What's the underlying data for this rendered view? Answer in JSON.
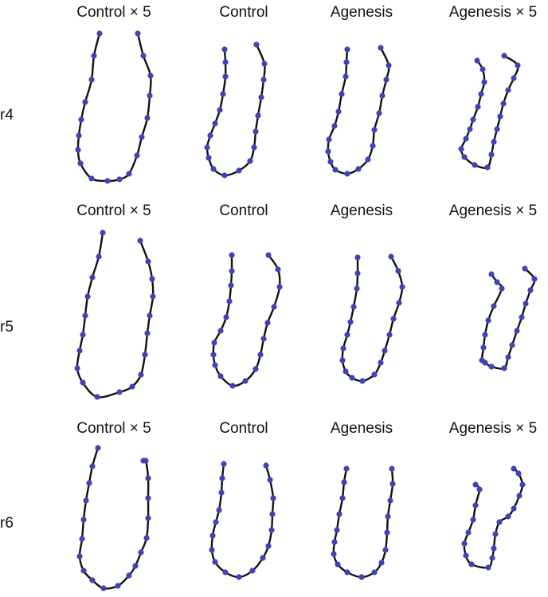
{
  "figure": {
    "row_labels": [
      "r4",
      "r5",
      "r6"
    ],
    "column_titles": [
      [
        "Control × 5",
        "Control",
        "Agenesis",
        "Agenesis × 5"
      ],
      [
        "Control × 5",
        "Control",
        "Agenesis",
        "Agenesis × 5"
      ],
      [
        "Control × 5",
        "Control",
        "Agenesis",
        "Agenesis × 5"
      ]
    ],
    "colors": {
      "outline": "#111111",
      "landmark": "#3f43b7",
      "background": "#ffffff"
    }
  }
}
